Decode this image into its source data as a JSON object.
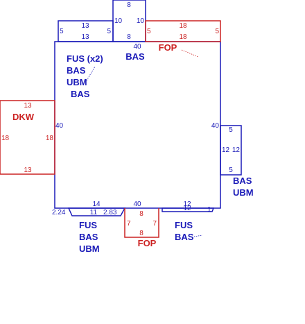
{
  "colors": {
    "blue": "#1a1ab8",
    "red": "#cc2222",
    "background": "#ffffff"
  },
  "main_room": {
    "dims": {
      "top": "40",
      "left": "40",
      "right": "40",
      "bottom": "40"
    },
    "labels": {
      "fus_x2": "FUS (x2)",
      "bas": "BAS",
      "ubm": "UBM",
      "bas2": "BAS"
    }
  },
  "top_left_box": {
    "dims": {
      "top": "13",
      "bottom": "13",
      "left": "5",
      "right": "5"
    }
  },
  "top_center_box": {
    "dims": {
      "top": "8",
      "bottom": "8",
      "left": "10",
      "right": "10"
    }
  },
  "top_center_label": "BAS",
  "top_right_box": {
    "dims": {
      "top": "18",
      "bottom": "18",
      "left": "5",
      "right": "5"
    },
    "label": "FOP"
  },
  "left_box": {
    "dims": {
      "top": "13",
      "bottom": "13",
      "left": "18",
      "right": "18"
    },
    "label": "DKW"
  },
  "right_box": {
    "dims": {
      "top": "5",
      "bottom": "5",
      "left": "12",
      "right": "12"
    },
    "labels": {
      "bas": "BAS",
      "ubm": "UBM"
    }
  },
  "bottom_left_ledge": {
    "dims": {
      "top": "14",
      "bottom": "11",
      "left_slope": "2.24",
      "right_slope": "2.83"
    },
    "labels": {
      "fus": "FUS",
      "bas": "BAS",
      "ubm": "UBM"
    }
  },
  "bottom_center_box": {
    "dims": {
      "top": "8",
      "bottom": "8",
      "left": "7",
      "right": "7"
    },
    "label": "FOP"
  },
  "bottom_right_ledge": {
    "dims": {
      "top": "12",
      "bottom": "12",
      "right": "1"
    },
    "labels": {
      "fus": "FUS",
      "bas": "BAS"
    }
  }
}
